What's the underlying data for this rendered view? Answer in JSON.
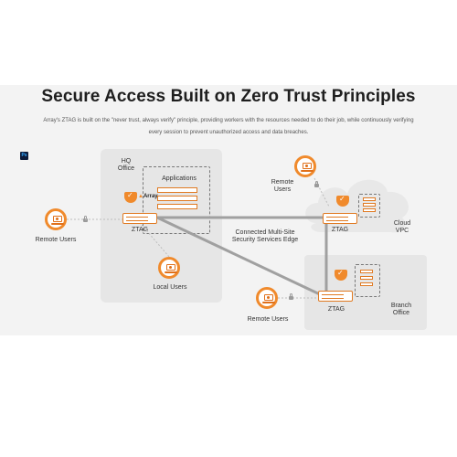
{
  "header": {
    "title": "Secure Access Built on Zero Trust Principles",
    "subtitle_line1": "Array's ZTAG is built on the \"never trust, always verify\" principle, providing workers with the resources needed to do their job, while continuously verifying",
    "subtitle_line2": "every session to prevent unauthorized access and data breaches."
  },
  "badge": {
    "text": "Ps"
  },
  "diagram": {
    "hq": {
      "label_line1": "HQ",
      "label_line2": "Office",
      "applications": "Applications",
      "ztag": "ZTAG",
      "brand": "Array"
    },
    "remote_left": {
      "label": "Remote Users"
    },
    "local": {
      "label": "Local Users"
    },
    "edge": {
      "label_line1": "Connected Multi-Site",
      "label_line2": "Security Services Edge"
    },
    "cloud": {
      "remote_label_line1": "Remote",
      "remote_label_line2": "Users",
      "ztag": "ZTAG",
      "label_line1": "Cloud",
      "label_line2": "VPC"
    },
    "branch": {
      "ztag": "ZTAG",
      "label_line1": "Branch",
      "label_line2": "Office",
      "remote_label": "Remote Users"
    }
  },
  "colors": {
    "accent": "#f08a2c",
    "panel": "#f3f3f3",
    "region": "#e6e6e6",
    "link": "#9a9a9a"
  },
  "icons": [
    "user-monitor-icon",
    "lock-icon",
    "shield-icon",
    "server-icon",
    "cloud-icon",
    "appliance-icon"
  ]
}
